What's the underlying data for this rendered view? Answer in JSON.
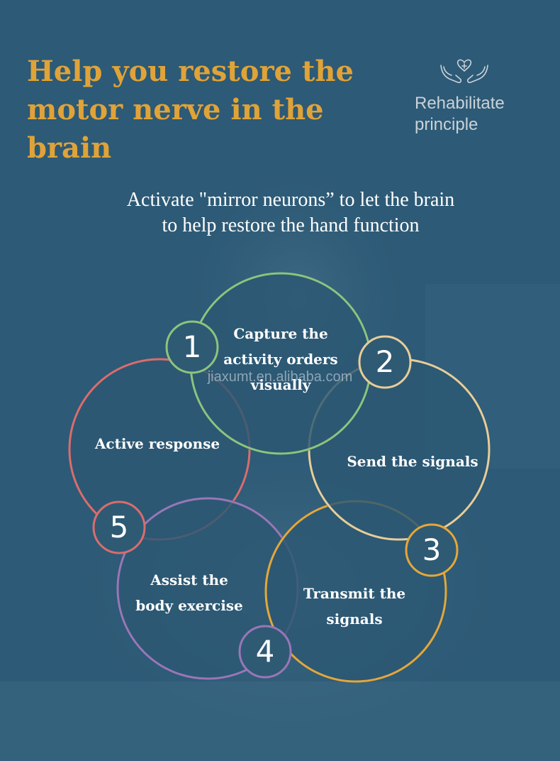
{
  "headline": {
    "line1": "Help you restore the",
    "line2": "motor nerve in the brain"
  },
  "badge": {
    "icon": "hands-heart-icon",
    "line1": "Rehabilitate",
    "line2": "principle"
  },
  "subtitle": {
    "line1": "Activate \"mirror neurons” to let the brain",
    "line2": "to help restore the hand function"
  },
  "steps": [
    {
      "number": "1",
      "line1": "Capture the",
      "line2": "activity orders",
      "line3": "visually",
      "color": "#8cc47d"
    },
    {
      "number": "2",
      "line1": "Send the signals",
      "color": "#e8cd98"
    },
    {
      "number": "3",
      "line1": "Transmit the",
      "line2": "signals",
      "color": "#e4a73a"
    },
    {
      "number": "4",
      "line1": "Assist the",
      "line2": "body exercise",
      "color": "#9a76b7"
    },
    {
      "number": "5",
      "line1": "Active response",
      "color": "#d96d6d"
    }
  ],
  "watermark": "jiaxumt.en.alibaba.com",
  "colors": {
    "background": "#2d5a76",
    "headline": "#e0a338"
  }
}
